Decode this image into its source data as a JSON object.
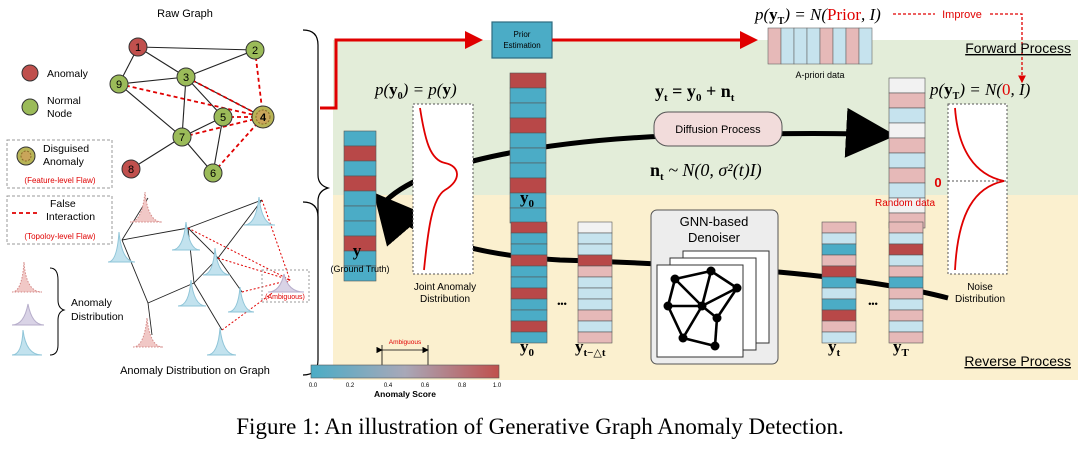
{
  "raw_graph": {
    "title": "Raw Graph",
    "nodes": [
      "1",
      "2",
      "3",
      "4",
      "5",
      "6",
      "7",
      "8",
      "9"
    ]
  },
  "legend": {
    "anomaly": "Anomaly",
    "normal_line1": "Normal",
    "normal_line2": "Node",
    "disguised_line1": "Disguised",
    "disguised_line2": "Anomaly",
    "feature_flaw": "(Feature-level Flaw)",
    "false_line1": "False",
    "false_line2": "Interaction",
    "topology_flaw": "(Topoloy-level Flaw)",
    "anomaly_dist_line1": "Anomaly",
    "anomaly_dist_line2": "Distribution"
  },
  "dist_graph": {
    "ambiguous": "(Ambiguous)",
    "title": "Anomaly Distribution on Graph"
  },
  "colorbar": {
    "ambiguous": "Ambiguous",
    "ticks": [
      "0.0",
      "0.2",
      "0.4",
      "0.6",
      "0.8",
      "1.0"
    ],
    "label": "Anomaly Score"
  },
  "prior": {
    "box_line1": "Prior",
    "box_line2": "Estimation",
    "formula_lhs": "p(",
    "formula_y": "y",
    "formula_T": "T",
    "formula_mid": ") = N(",
    "formula_prior": "Prior",
    "formula_end": ", I)",
    "improve": "Improve",
    "apriori_label": "A-priori data"
  },
  "forward": {
    "title": "Forward Process",
    "diffusion": "Diffusion Process",
    "eq_yt": "y",
    "eq_sub_t": "t",
    "eq_rest": " = y",
    "eq_sub_0": "0",
    "eq_plus": " + n",
    "noise_n": "n",
    "noise_sub": "t",
    "noise_rest": " ~ N(0, σ²(t)I)",
    "random_label": "Random data",
    "zero_mark": "0"
  },
  "reverse": {
    "title": "Reverse Process",
    "denoiser_line1": "GNN-based",
    "denoiser_line2": "Denoiser"
  },
  "labels": {
    "py0_lhs": "p(",
    "py0_y": "y",
    "py0_sub": "0",
    "py0_rhs": ") = p(",
    "py0_y2": "y",
    "py0_end": ")",
    "pyT_lhs": "p(",
    "pyT_y": "y",
    "pyT_sub": "T",
    "pyT_mid": ") = N(",
    "pyT_zero": "0",
    "pyT_end": ", I)",
    "y": "y",
    "ground_truth": "(Ground Truth)",
    "joint_line1": "Joint Anomaly",
    "joint_line2": "Distribution",
    "noise_line1": "Noise",
    "noise_line2": "Distribution",
    "y0": "y",
    "sub0": "0",
    "yt_delta": "y",
    "sub_t_delta": "t−△t",
    "yt": "y",
    "sub_t": "t",
    "yT": "y",
    "sub_T": "T",
    "ellipsis": "•••"
  },
  "caption": "Figure 1: An illustration of Generative Graph Anomaly Detection.",
  "colors": {
    "anomaly_red": "#c0504d",
    "normal_green": "#9bbb59",
    "forward_bg": "#e3edd9",
    "reverse_bg": "#fbf0cf",
    "teal": "#4bacc6",
    "dark_red": "#b84848",
    "pink": "#e6b9b8",
    "light_blue": "#c6e3ee",
    "arrow_red": "#e00000"
  }
}
